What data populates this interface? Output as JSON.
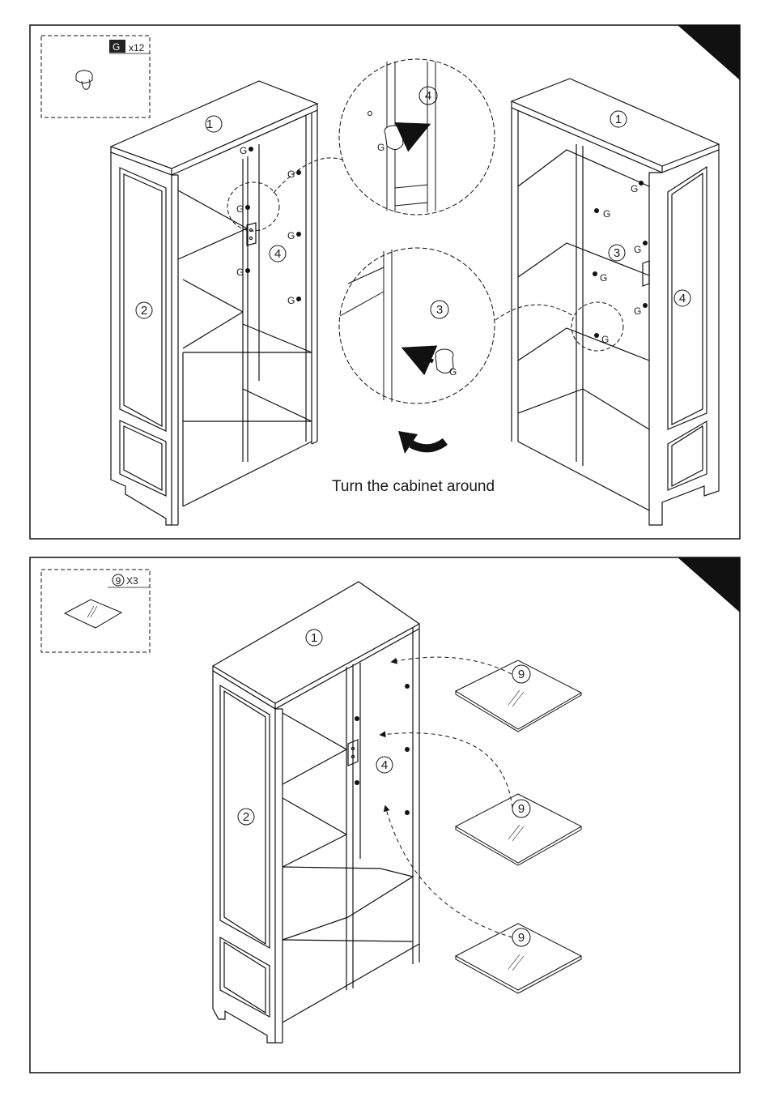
{
  "step1": {
    "hardware": {
      "part_id": "G",
      "qty": "x12"
    },
    "labels": {
      "top": "1",
      "door_left": "2",
      "side": "4",
      "g": "G"
    },
    "zoom_top": {
      "part": "4",
      "hw": "G"
    },
    "zoom_bottom": {
      "part": "3",
      "hw": "G"
    },
    "right_view": {
      "top": "1",
      "inner": "3",
      "door": "4",
      "g": "G"
    },
    "instruction": "Turn the cabinet around"
  },
  "step2": {
    "hardware": {
      "part_id": "9",
      "qty": "X3"
    },
    "labels": {
      "top": "1",
      "door_left": "2",
      "side": "4"
    },
    "shelves": [
      {
        "id": "9"
      },
      {
        "id": "9"
      },
      {
        "id": "9"
      }
    ]
  }
}
